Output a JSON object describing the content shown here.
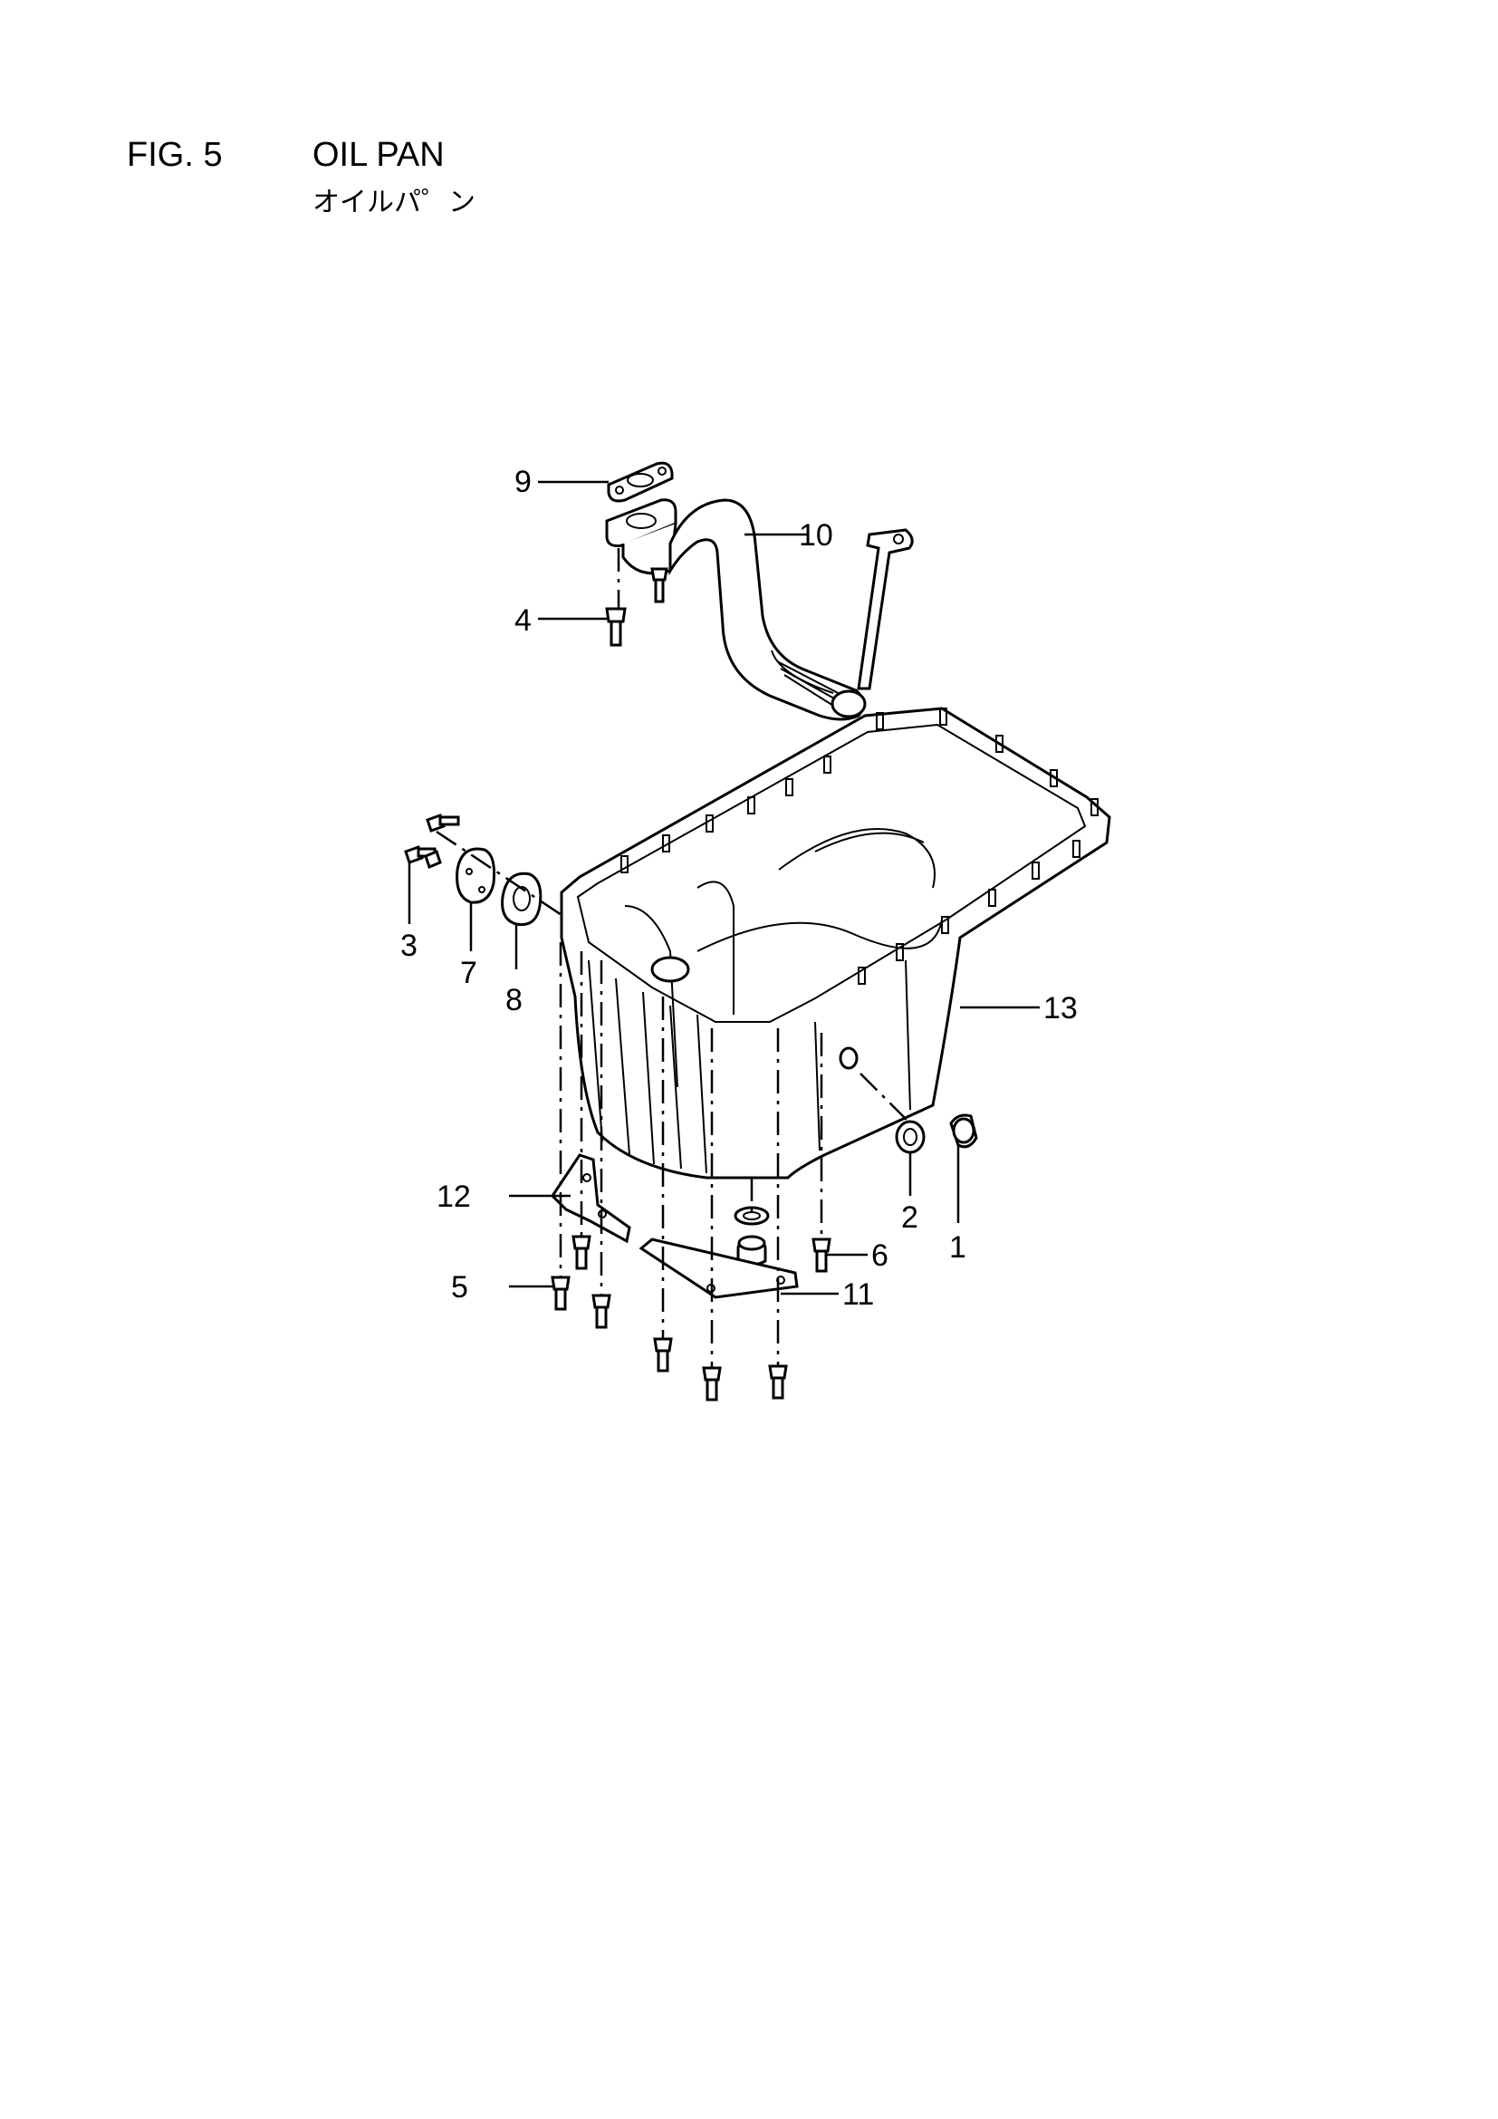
{
  "header": {
    "figure_number": "FIG. 5",
    "title": "OIL PAN",
    "subtitle": "オイルパ゜ン"
  },
  "callouts": {
    "c1": "1",
    "c2": "2",
    "c3": "3",
    "c4": "4",
    "c5": "5",
    "c6": "6",
    "c7": "7",
    "c8": "8",
    "c9": "9",
    "c10": "10",
    "c11": "11",
    "c12": "12",
    "c13": "13"
  }
}
